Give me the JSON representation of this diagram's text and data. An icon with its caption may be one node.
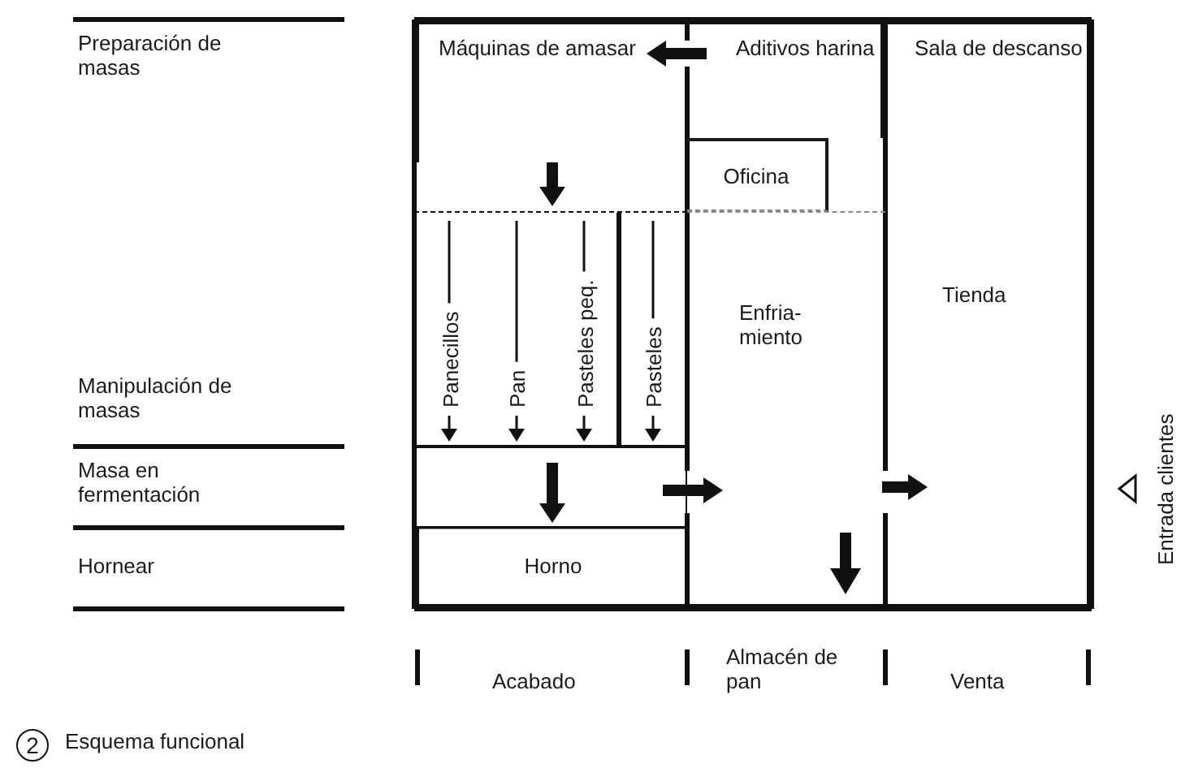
{
  "diagram": {
    "caption": "Esquema funcional",
    "nodes": [
      {
        "text": [
          "Máquinas de amasar"
        ]
      },
      {
        "text": [
          "Aditivos harina"
        ]
      },
      {
        "text": [
          "Sala de descanso"
        ]
      },
      {
        "text": [
          "Oficina"
        ]
      },
      {
        "text": [],
        "shape": "box"
      },
      {
        "text": [
          "Panecillos"
        ],
        "in": 4
      },
      {
        "text": [
          "Pan"
        ],
        "in": 4
      },
      {
        "text": [
          "Pasteles peq."
        ],
        "in": 4
      },
      {
        "text": [
          "Pasteles"
        ],
        "in": 4
      },
      {
        "text": [
          "Enfria- miento"
        ]
      },
      {
        "text": [
          "Tienda"
        ]
      },
      {
        "text": [],
        "shape": "box"
      },
      {
        "text": [
          "Horno"
        ]
      }
    ],
    "edges": [
      {
        "from": 1,
        "to": 0,
        "arrow": "to"
      },
      {
        "from": 0,
        "to": 4,
        "arrow": "to"
      },
      {
        "from": 11,
        "to": 12,
        "arrow": "to"
      },
      {
        "from": 11,
        "to": 9,
        "arrow": "to"
      },
      {
        "from": 9,
        "to": 10,
        "arrow": "to"
      }
    ],
    "labels": [
      "Preparación de masas",
      "Manipulación de masas",
      "Masa en fermentación",
      "Hornear",
      "Entrada clientes",
      "Acabado",
      "Almacén de pan",
      "Venta",
      "2"
    ]
  }
}
